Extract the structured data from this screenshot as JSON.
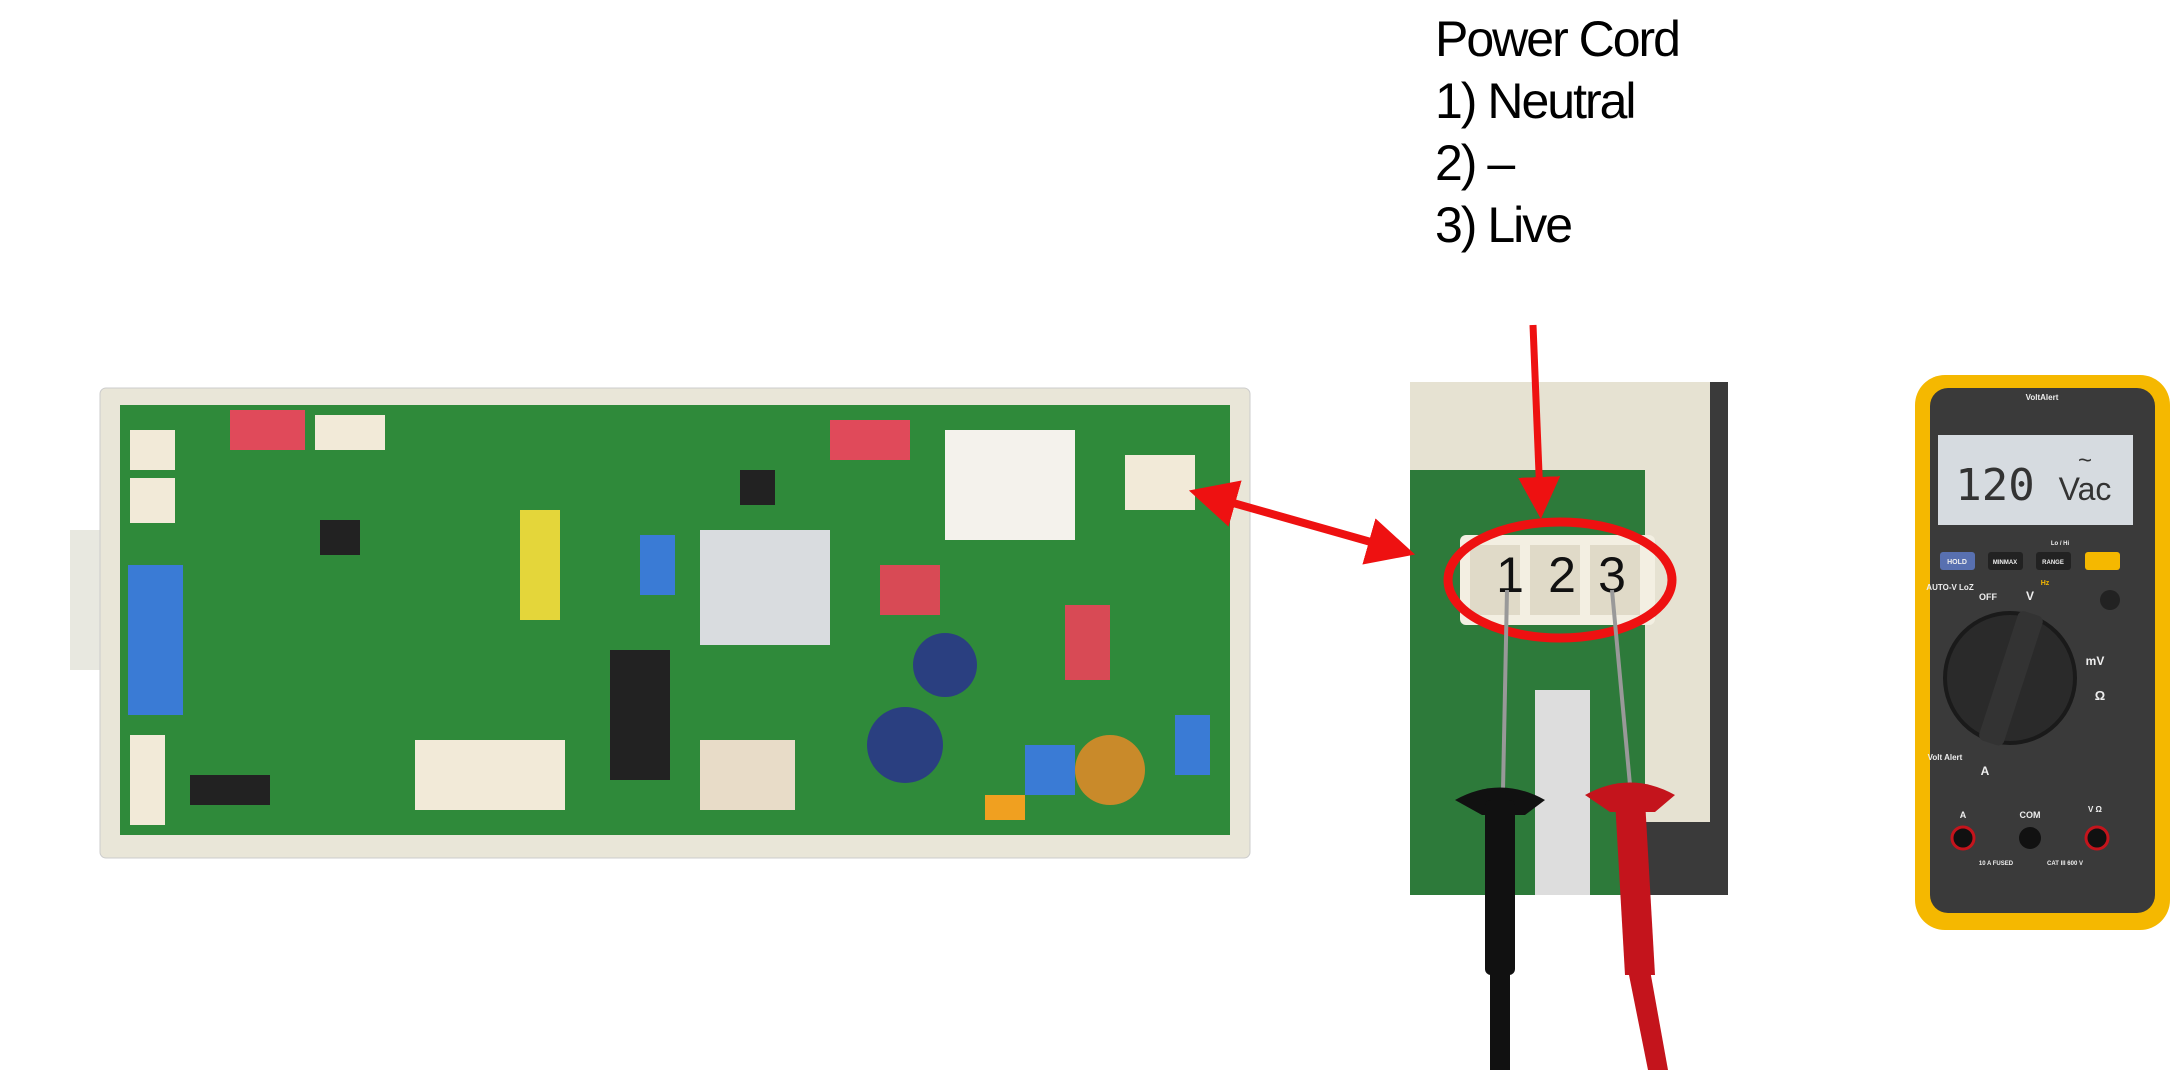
{
  "caption": {
    "title": "Power Cord",
    "lines": [
      "1) Neutral",
      "2) –",
      "3) Live"
    ]
  },
  "connector": {
    "pins": [
      "1",
      "2",
      "3"
    ]
  },
  "multimeter": {
    "brand": "VoltAlert",
    "reading": "120",
    "unit": "Vac",
    "buttons": [
      "HOLD",
      "MINMAX",
      "RANGE"
    ],
    "range_hint": "Lo / Hi",
    "dial_labels": [
      "AUTO-V LoZ",
      "OFF",
      "V",
      "Hz",
      "mV",
      "Ω",
      "Volt Alert",
      "A"
    ],
    "jacks": [
      "A",
      "COM",
      "V Ω"
    ],
    "jack_notes": [
      "10 A FUSED",
      "CAT III 600 V"
    ]
  },
  "colors": {
    "arrow": "#ee1111",
    "pcb": "#2f8a3a",
    "meter_body": "#f5b800",
    "meter_face": "#3a3a3a"
  }
}
